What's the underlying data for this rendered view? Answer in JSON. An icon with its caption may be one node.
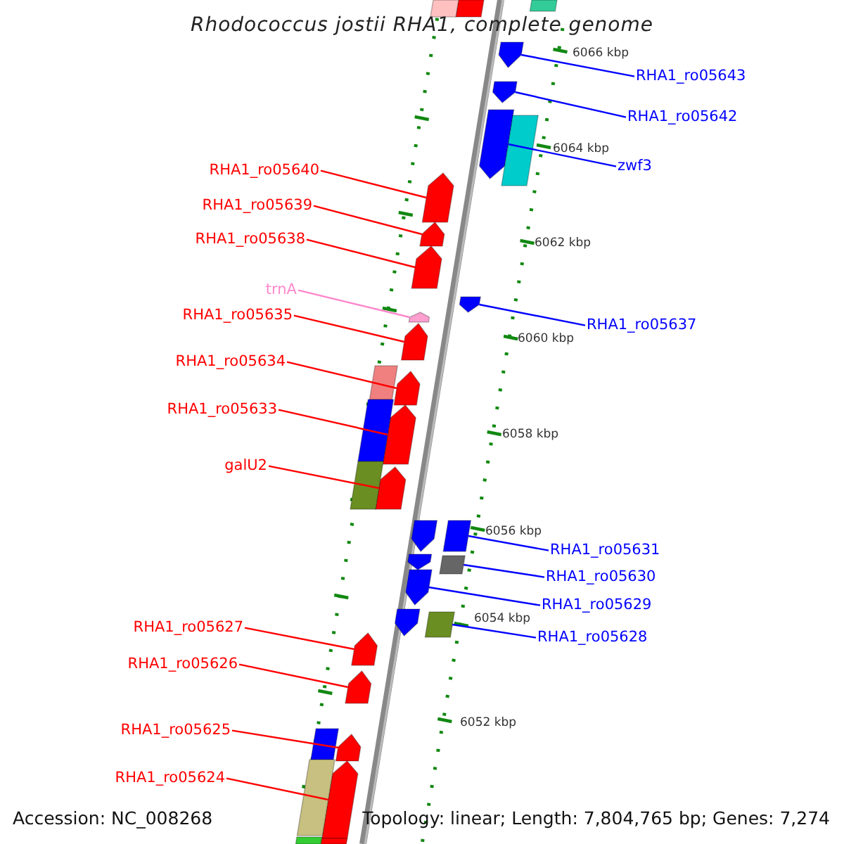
{
  "diagram": {
    "title": "Rhodococcus jostii RHA1, complete genome",
    "nodes": [
      {
        "text": [
          "RHA1_ro05643"
        ]
      },
      {
        "text": [],
        "shape": "pentagon"
      },
      {
        "text": [
          "RHA1_ro05642"
        ]
      },
      {
        "text": [],
        "shape": "pentagon"
      },
      {
        "text": [
          "zwf3"
        ]
      },
      {
        "text": [],
        "shape": "pentagon"
      },
      {
        "text": [
          "RHA1_ro05640"
        ]
      },
      {
        "text": [],
        "shape": "pentagon"
      },
      {
        "text": [
          "RHA1_ro05639"
        ]
      },
      {
        "text": [],
        "shape": "pentagon"
      },
      {
        "text": [
          "RHA1_ro05638"
        ]
      },
      {
        "text": [],
        "shape": "pentagon"
      },
      {
        "text": [
          "trnA"
        ]
      },
      {
        "text": [],
        "shape": "pentagon"
      },
      {
        "text": [
          "RHA1_ro05635"
        ]
      },
      {
        "text": [],
        "shape": "pentagon"
      },
      {
        "text": [
          "RHA1_ro05637"
        ]
      },
      {
        "text": [],
        "shape": "pentagon"
      },
      {
        "text": [
          "RHA1_ro05634"
        ]
      },
      {
        "text": [],
        "shape": "pentagon"
      },
      {
        "text": [
          "RHA1_ro05633"
        ]
      },
      {
        "text": [],
        "shape": "pentagon"
      },
      {
        "text": [
          "galU2"
        ]
      },
      {
        "text": [],
        "shape": "pentagon"
      },
      {
        "text": [
          "RHA1_ro05631"
        ]
      },
      {
        "text": [],
        "shape": "box"
      },
      {
        "text": [
          "RHA1_ro05630"
        ]
      },
      {
        "text": [],
        "shape": "box"
      },
      {
        "text": [
          "RHA1_ro05629"
        ]
      },
      {
        "text": [],
        "shape": "pentagon"
      },
      {
        "text": [
          "RHA1_ro05628"
        ]
      },
      {
        "text": [],
        "shape": "box"
      },
      {
        "text": [
          "RHA1_ro05627"
        ]
      },
      {
        "text": [],
        "shape": "pentagon"
      },
      {
        "text": [
          "RHA1_ro05626"
        ]
      },
      {
        "text": [],
        "shape": "pentagon"
      },
      {
        "text": [
          "RHA1_ro05625"
        ]
      },
      {
        "text": [],
        "shape": "pentagon"
      },
      {
        "text": [
          "RHA1_ro05624"
        ]
      },
      {
        "text": [],
        "shape": "pentagon"
      },
      {
        "text": [],
        "shape": "box"
      },
      {
        "text": [],
        "shape": "box"
      },
      {
        "text": [],
        "shape": "box"
      },
      {
        "text": [],
        "shape": "box"
      },
      {
        "text": [],
        "shape": "box"
      },
      {
        "text": [],
        "shape": "box"
      },
      {
        "text": [],
        "shape": "box"
      },
      {
        "text": [],
        "shape": "pentagon"
      },
      {
        "text": [],
        "shape": "pentagon"
      },
      {
        "text": [],
        "shape": "pentagon"
      },
      {
        "text": [],
        "shape": "box"
      },
      {
        "text": [],
        "shape": "box"
      },
      {
        "text": [],
        "shape": "box"
      },
      {
        "text": [],
        "shape": "box"
      }
    ],
    "edges": [
      {
        "from": 0,
        "to": 1,
        "arrow": "none",
        "color": "#0000ff"
      },
      {
        "from": 2,
        "to": 3,
        "arrow": "none",
        "color": "#0000ff"
      },
      {
        "from": 4,
        "to": 5,
        "arrow": "none",
        "color": "#0000ff"
      },
      {
        "from": 6,
        "to": 7,
        "arrow": "none"
      },
      {
        "from": 8,
        "to": 9,
        "arrow": "none"
      },
      {
        "from": 10,
        "to": 11,
        "arrow": "none"
      },
      {
        "from": 12,
        "to": 13,
        "arrow": "none",
        "color": "#ff88cc"
      },
      {
        "from": 14,
        "to": 15,
        "arrow": "none"
      },
      {
        "from": 16,
        "to": 17,
        "arrow": "none",
        "color": "#0000ff"
      },
      {
        "from": 18,
        "to": 19,
        "arrow": "none"
      },
      {
        "from": 20,
        "to": 21,
        "arrow": "none"
      },
      {
        "from": 22,
        "to": 23,
        "arrow": "none"
      },
      {
        "from": 24,
        "to": 25,
        "arrow": "none",
        "color": "#0000ff"
      },
      {
        "from": 26,
        "to": 27,
        "arrow": "none",
        "color": "#0000ff"
      },
      {
        "from": 28,
        "to": 29,
        "arrow": "none",
        "color": "#0000ff"
      },
      {
        "from": 30,
        "to": 31,
        "arrow": "none",
        "color": "#0000ff"
      },
      {
        "from": 32,
        "to": 33,
        "arrow": "none"
      },
      {
        "from": 34,
        "to": 35,
        "arrow": "none"
      },
      {
        "from": 36,
        "to": 37,
        "arrow": "none"
      },
      {
        "from": 38,
        "to": 39,
        "arrow": "none"
      }
    ],
    "labels": [
      "6066 kbp",
      "6064 kbp",
      "6062 kbp",
      "6060 kbp",
      "6058 kbp",
      "6056 kbp",
      "6054 kbp",
      "6052 kbp",
      "Accession: NC_008268",
      "Topology: linear; Length: 7,804,765 bp; Genes: 7,274"
    ]
  }
}
